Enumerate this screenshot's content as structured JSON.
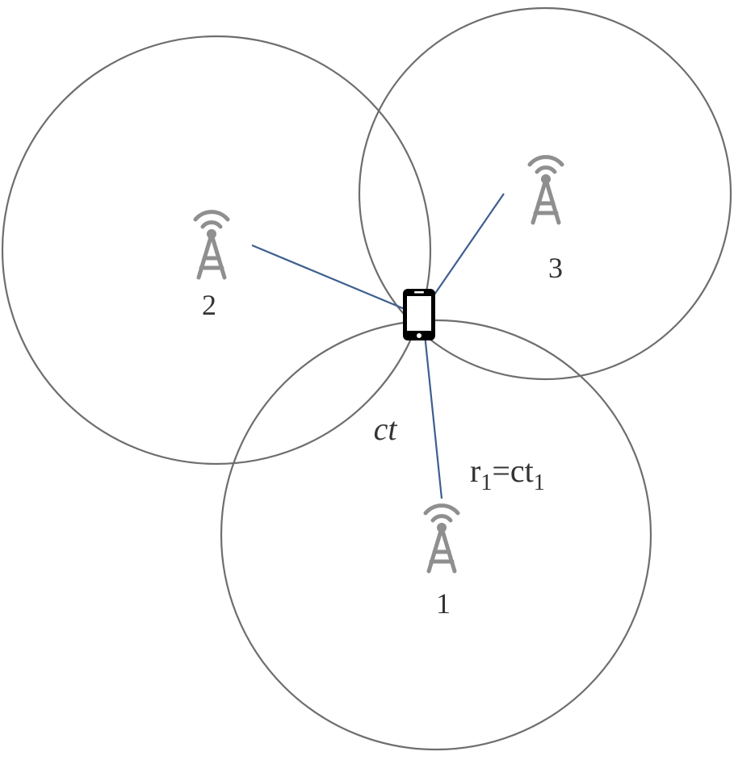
{
  "towers": [
    {
      "id": "1",
      "label": "1"
    },
    {
      "id": "2",
      "label": "2"
    },
    {
      "id": "3",
      "label": "3"
    }
  ],
  "annotations": {
    "distance_symbol": "ct",
    "equation": {
      "lhs_main": "r",
      "lhs_sub": "1",
      "equals": "=ct",
      "rhs_sub": "1"
    }
  },
  "colors": {
    "circle": "#6e6e6e",
    "ray": "#3e5f8f",
    "tower": "#8f8f8f",
    "phone": "#000000"
  },
  "icons": {
    "tower": "cell-tower-icon",
    "device": "smartphone-icon"
  }
}
